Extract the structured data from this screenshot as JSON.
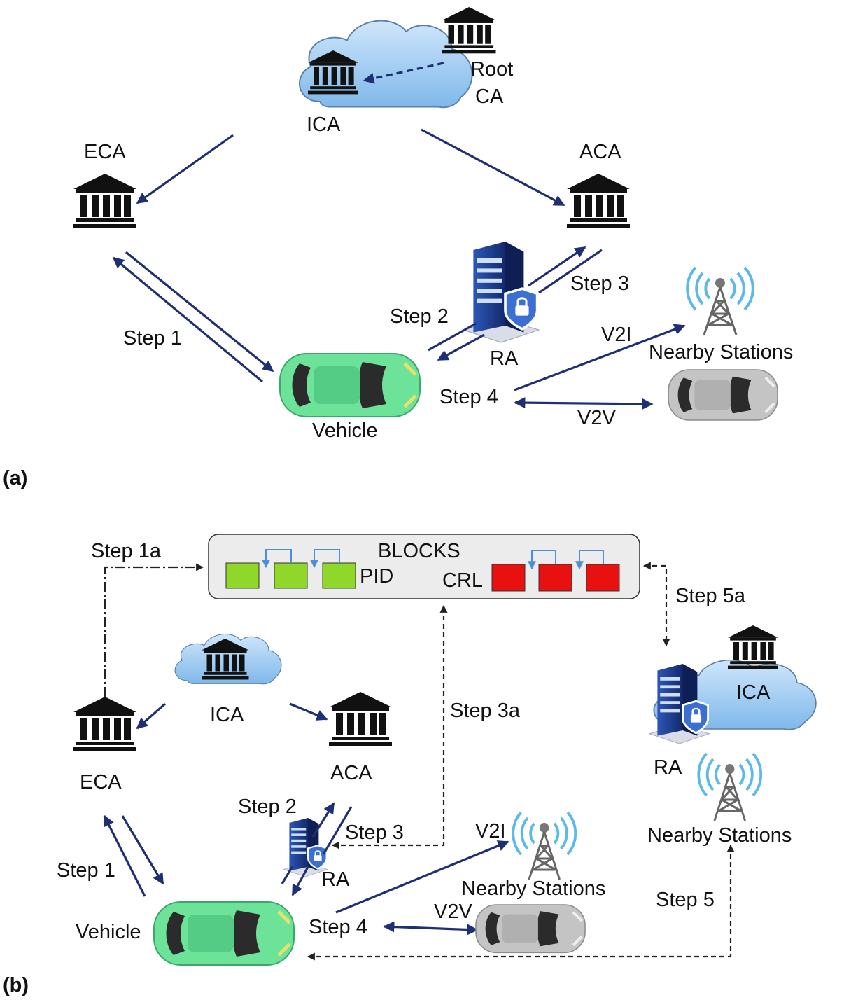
{
  "panel_a": {
    "panel_label": "(a)",
    "root_ca": [
      "Root",
      "CA"
    ],
    "ica": "ICA",
    "eca": "ECA",
    "aca": "ACA",
    "ra": "RA",
    "vehicle": "Vehicle",
    "nearby_stations": "Nearby Stations",
    "step1": "Step 1",
    "step2": "Step 2",
    "step3": "Step 3",
    "step4": "Step 4",
    "v2i": "V2I",
    "v2v": "V2V"
  },
  "panel_b": {
    "panel_label": "(b)",
    "blocks_title": "BLOCKS",
    "pid": "PID",
    "crl": "CRL",
    "step1a": "Step 1a",
    "step3a": "Step 3a",
    "step5a": "Step 5a",
    "step5": "Step 5",
    "ica_left": "ICA",
    "ica_right": "ICA",
    "eca": "ECA",
    "aca": "ACA",
    "ra_small": "RA",
    "ra_right": "RA",
    "vehicle": "Vehicle",
    "nearby_stations_mid": "Nearby Stations",
    "nearby_stations_right": "Nearby Stations",
    "step1": "Step 1",
    "step2": "Step 2",
    "step3": "Step 3",
    "step4": "Step 4",
    "v2i": "V2I",
    "v2v": "V2V"
  },
  "colors": {
    "arrow": "#1f2f73",
    "pid_block": "#8fd82a",
    "crl_block": "#e8110f",
    "vehicle": "#6de39a",
    "other_car": "#bdbdbd",
    "cloud": "#a9cff0",
    "server": "#2a4fa8"
  },
  "icons": [
    "building-icon",
    "cloud-icon",
    "server-icon",
    "tower-icon",
    "car-icon"
  ]
}
